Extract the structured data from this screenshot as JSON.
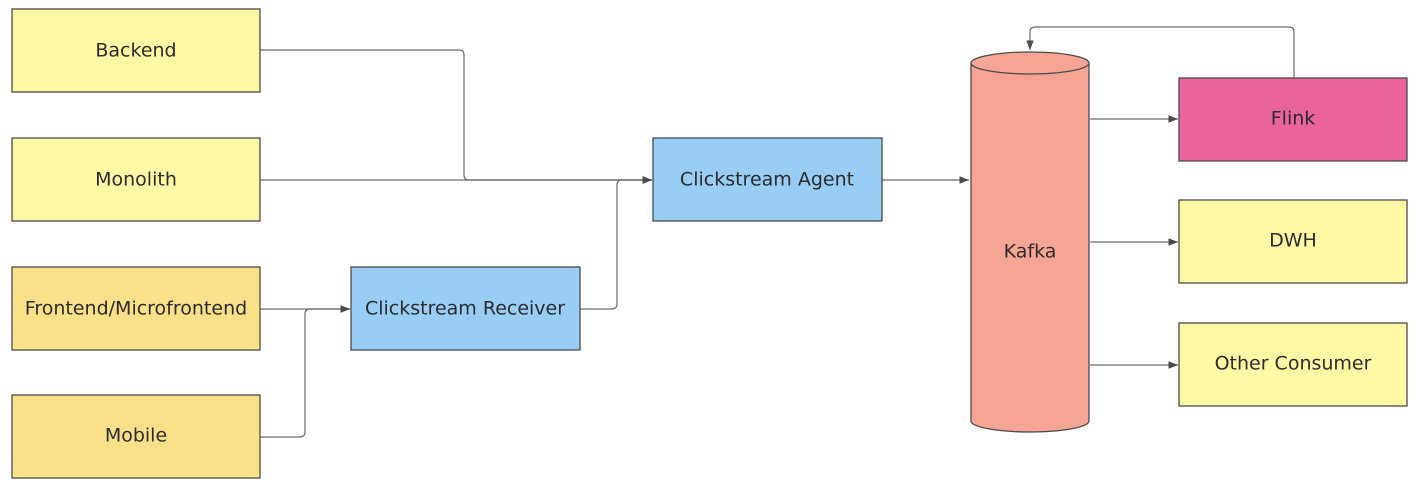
{
  "colors": {
    "source_light": "#FFF9A6",
    "source_orange": "#FBE08A",
    "service_blue": "#98CDF6",
    "kafka_salmon": "#F6A594",
    "flink_pink": "#E8649B",
    "sink_yellow": "#FFF9A6",
    "border": "#4a4a4a",
    "edge": "#6b6b6b"
  },
  "nodes": {
    "backend": "Backend",
    "monolith": "Monolith",
    "frontend": "Frontend/Microfrontend",
    "mobile": "Mobile",
    "clickstream_receiver": "Clickstream Receiver",
    "clickstream_agent": "Clickstream Agent",
    "kafka": "Kafka",
    "flink": "Flink",
    "dwh": "DWH",
    "other_consumer": "Other Consumer"
  },
  "edges": [
    {
      "from": "backend",
      "to": "clickstream_agent"
    },
    {
      "from": "monolith",
      "to": "clickstream_agent"
    },
    {
      "from": "frontend",
      "to": "clickstream_receiver"
    },
    {
      "from": "mobile",
      "to": "clickstream_receiver"
    },
    {
      "from": "clickstream_receiver",
      "to": "clickstream_agent"
    },
    {
      "from": "clickstream_agent",
      "to": "kafka"
    },
    {
      "from": "kafka",
      "to": "flink"
    },
    {
      "from": "kafka",
      "to": "dwh"
    },
    {
      "from": "kafka",
      "to": "other_consumer"
    },
    {
      "from": "flink",
      "to": "kafka"
    }
  ]
}
